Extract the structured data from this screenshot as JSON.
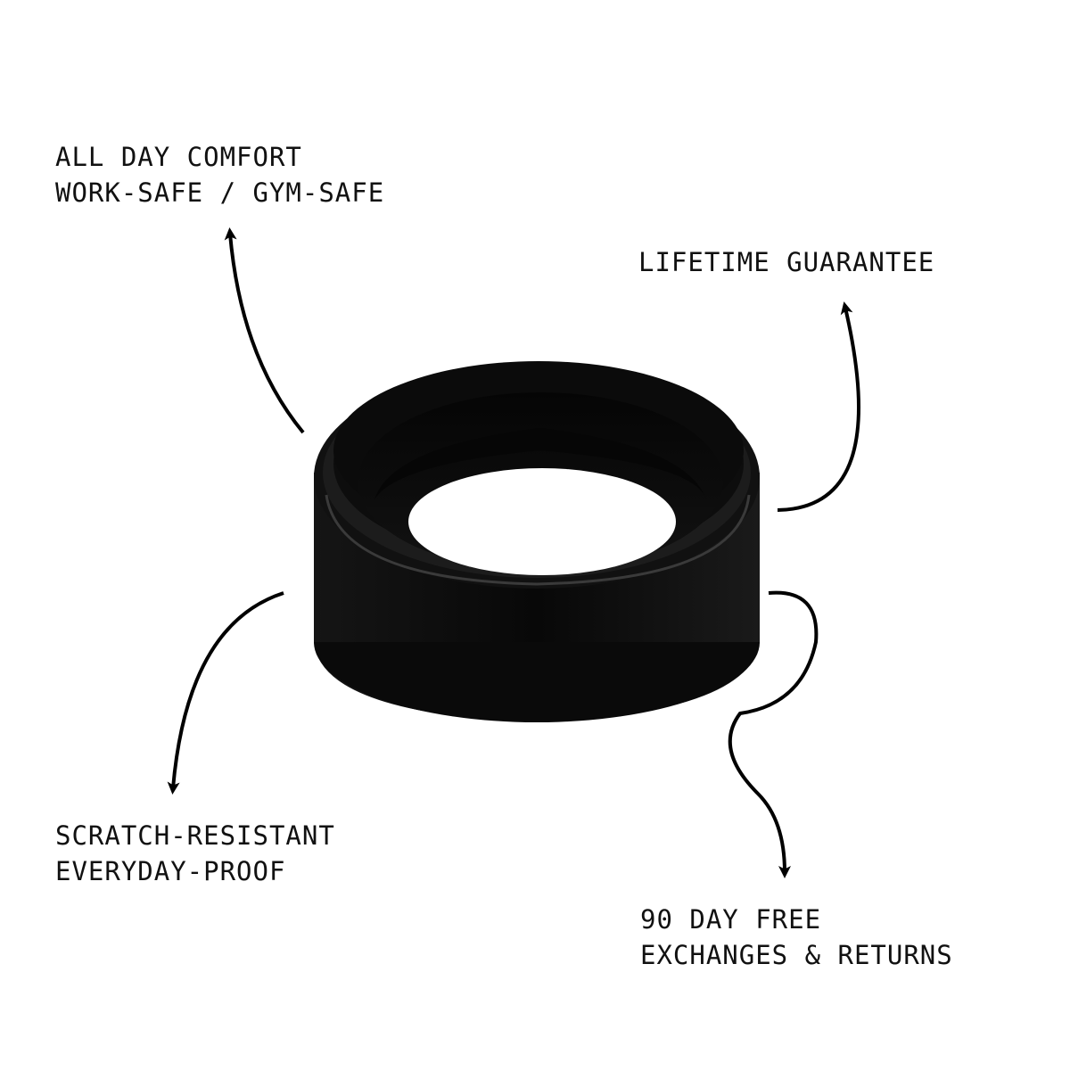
{
  "product": {
    "name_icon": "silicone-ring",
    "color": "#0b0b0b"
  },
  "features": {
    "top_left": {
      "line1": "ALL DAY COMFORT",
      "line2": "WORK-SAFE / GYM-SAFE"
    },
    "top_right": {
      "line1": "LIFETIME GUARANTEE"
    },
    "bottom_left": {
      "line1": "SCRATCH-RESISTANT",
      "line2": "EVERYDAY-PROOF"
    },
    "bottom_right": {
      "line1": "90 DAY FREE",
      "line2": "EXCHANGES & RETURNS"
    }
  },
  "colors": {
    "text": "#111111",
    "background": "#ffffff",
    "ring": "#0b0b0b"
  }
}
